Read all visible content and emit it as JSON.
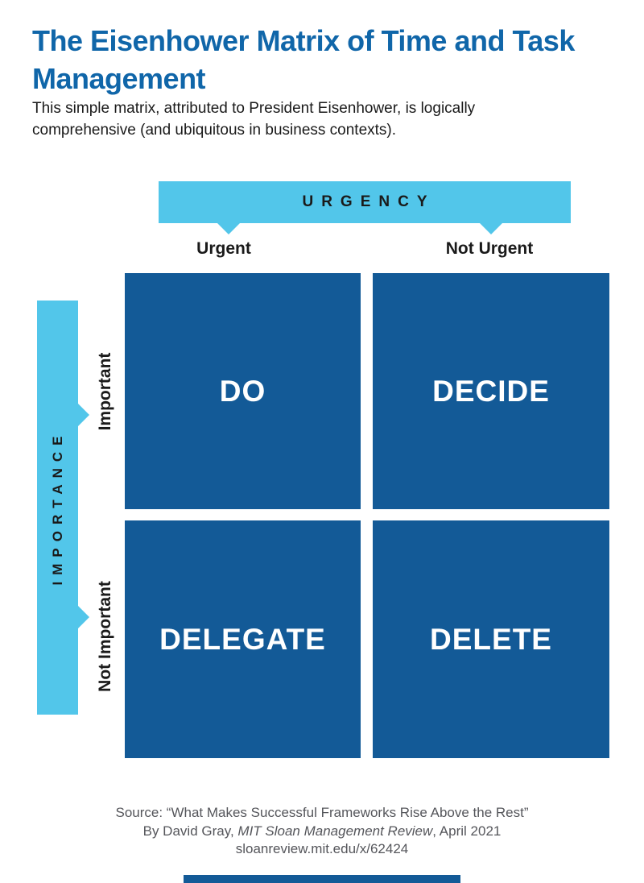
{
  "header": {
    "title": "The Eisenhower Matrix of Time and Task Management",
    "subtitle": "This simple matrix, attributed to President Eisenhower, is logically comprehensive (and ubiquitous in business contexts)."
  },
  "matrix": {
    "x_axis": {
      "label": "URGENCY",
      "columns": [
        "Urgent",
        "Not Urgent"
      ]
    },
    "y_axis": {
      "label": "IMPORTANCE",
      "rows": [
        "Important",
        "Not Important"
      ]
    },
    "quadrants": [
      {
        "urgency": "Urgent",
        "importance": "Important",
        "action": "DO"
      },
      {
        "urgency": "Not Urgent",
        "importance": "Important",
        "action": "DECIDE"
      },
      {
        "urgency": "Urgent",
        "importance": "Not Important",
        "action": "DELEGATE"
      },
      {
        "urgency": "Not Urgent",
        "importance": "Not Important",
        "action": "DELETE"
      }
    ]
  },
  "source": {
    "line1": "Source: “What Makes Successful Frameworks Rise Above the Rest”",
    "line2_prefix": "By David Gray, ",
    "line2_italic": "MIT Sloan Management Review",
    "line2_suffix": ", April 2021",
    "line3": "sloanreview.mit.edu/x/62424"
  },
  "colors": {
    "accent_light_blue": "#52C6EA",
    "quadrant_dark_blue": "#135A97",
    "title_blue": "#1066A9",
    "text_black": "#1A1A1A",
    "source_gray": "#55565B"
  }
}
